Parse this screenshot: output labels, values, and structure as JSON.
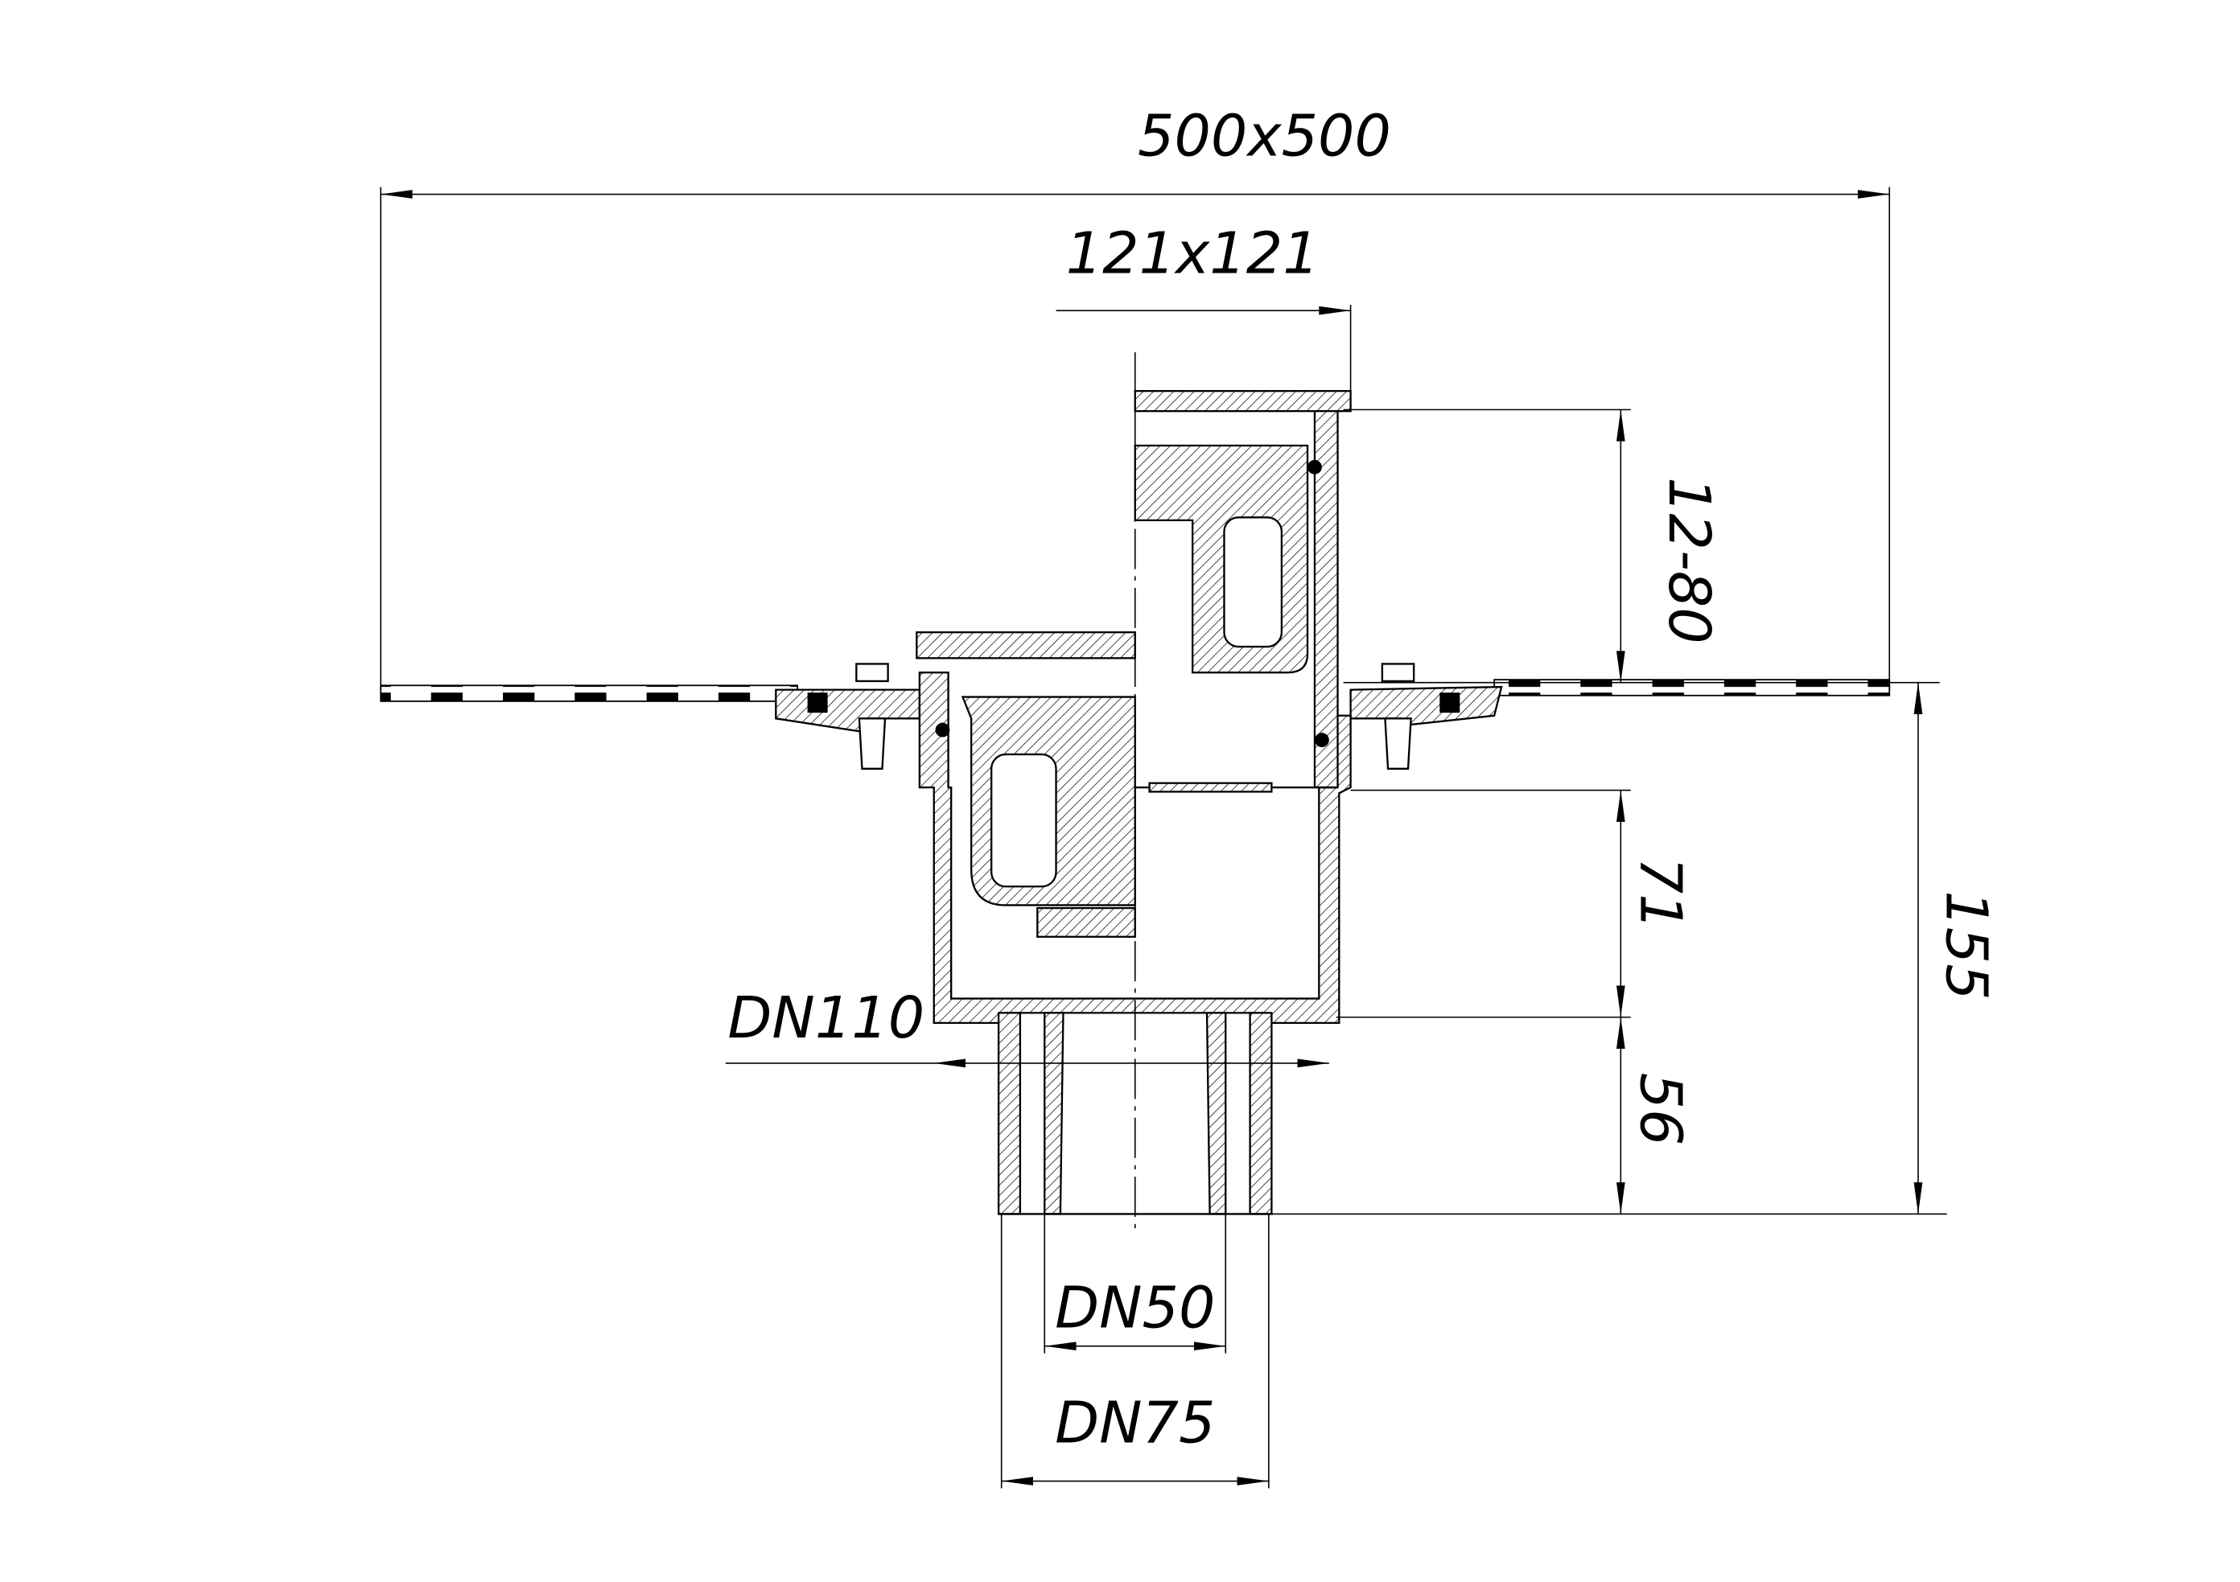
{
  "dimensions": {
    "overall_size": "500x500",
    "grate_size": "121x121",
    "height_adjust": "12-80",
    "body_height": "71",
    "outlet_height": "56",
    "total_height": "155",
    "body_diameter": "DN110",
    "outlet_inner": "DN50",
    "outlet_outer": "DN75"
  }
}
